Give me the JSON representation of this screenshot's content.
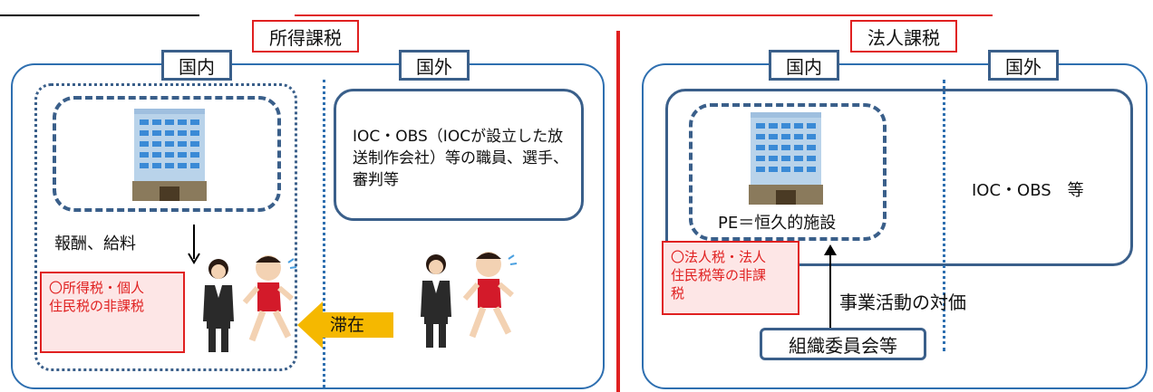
{
  "left": {
    "title": "所得課税",
    "tab_domestic": "国内",
    "tab_foreign": "国外",
    "foreign_box_text": "IOC・OBS（IOCが設立した放送制作会社）等の職員、選手、審判等",
    "salary_label": "報酬、給料",
    "exemption_text": "〇所得税・個人住民税の非課税",
    "stay_label": "滞在"
  },
  "right": {
    "title": "法人課税",
    "tab_domestic": "国内",
    "tab_foreign": "国外",
    "pe_label": "PE＝恒久的施設",
    "foreign_entities": "IOC・OBS　等",
    "exemption_text": "〇法人税・法人住民税等の非課税",
    "consideration_label": "事業活動の対価",
    "committee_label": "組織委員会等"
  },
  "colors": {
    "frame": "#2e6fb0",
    "accent_red": "#e02020",
    "arrow_yellow": "#f5b800"
  }
}
